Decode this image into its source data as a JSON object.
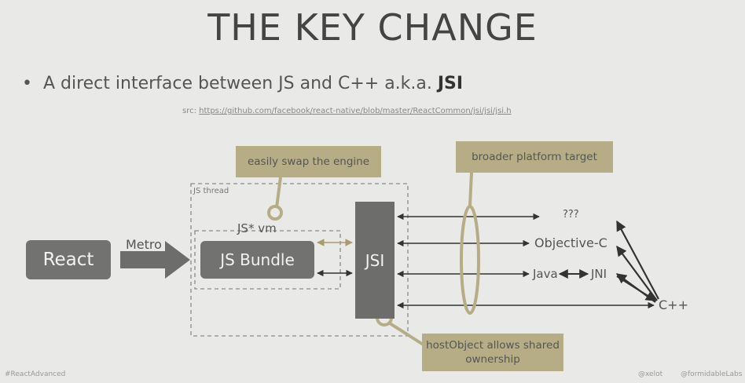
{
  "slide": {
    "title": "THE KEY CHANGE",
    "bullet_prefix": "A direct interface between JS and C++ a.k.a. ",
    "bullet_bold": "JSI",
    "src_label": "src: ",
    "src_link": "https://github.com/facebook/react-native/blob/master/ReactCommon/jsi/jsi/jsi.h"
  },
  "diagram": {
    "react": "React",
    "metro": "Metro",
    "js_thread": "JS thread",
    "js_vm": "JS* vm",
    "js_bundle": "JS Bundle",
    "jsi": "JSI",
    "unknown": "???",
    "objective_c": "Objective-C",
    "java": "Java",
    "jni": "JNI",
    "cpp": "C++"
  },
  "callouts": {
    "swap_engine": "easily swap the engine",
    "platform_target": "broader platform target",
    "host_object": "hostObject allows shared ownership"
  },
  "footer": {
    "left": "#ReactAdvanced",
    "handle1": "@xelot",
    "handle2": "@formidableLabs"
  },
  "colors": {
    "box_gray": "#727270",
    "callout_tan": "#b6ad87",
    "arrow_dark": "#333333",
    "arrow_tan": "#a89c6e"
  }
}
